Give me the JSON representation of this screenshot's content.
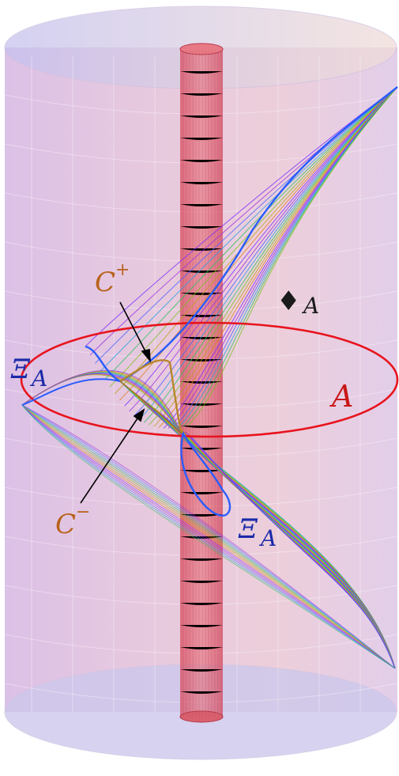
{
  "labels": {
    "c_plus": "C",
    "c_plus_sup": "+",
    "c_minus": "C",
    "c_minus_sup": "−",
    "xi_left": "Ξ",
    "xi_left_sub": "A",
    "xi_right": "Ξ",
    "xi_right_sub": "A",
    "diamond_glyph": "♦",
    "diamond_sub": "A",
    "region": "A"
  },
  "colors": {
    "cylinder_fill": "#d9b4dc",
    "cylinder_edge": "#c9a8d8",
    "inner_tube": "#e06070",
    "region_curve": "#e8141e",
    "label_brown": "#b8621a",
    "label_blue": "#1a2aa8",
    "label_red": "#c81818",
    "xi_curve": "#2a5cff",
    "c_curve": "#b8862a",
    "geodesic_palette": [
      "#7a2aff",
      "#9a30e0",
      "#4a60ff",
      "#2aa0e0",
      "#2ac060",
      "#7ac020",
      "#c0a020",
      "#e08020"
    ]
  }
}
